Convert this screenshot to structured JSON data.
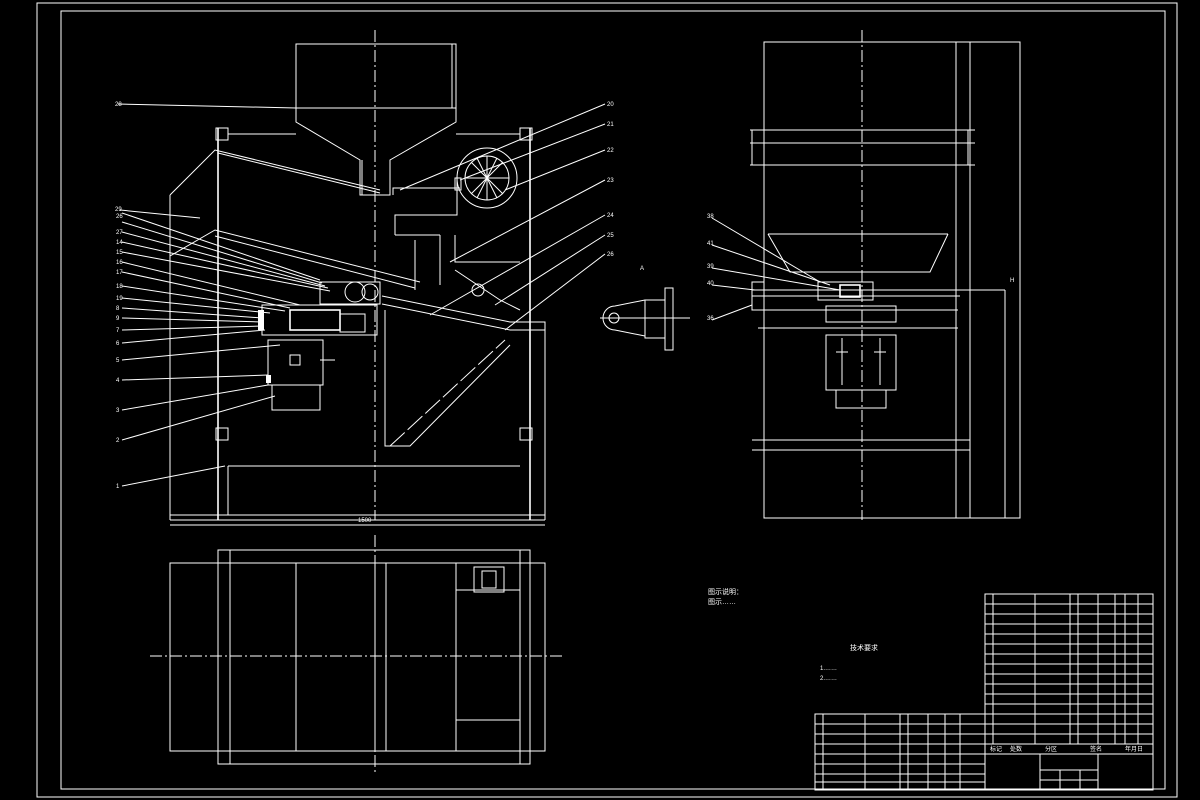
{
  "drawing": {
    "background": "#000000",
    "line_color": "#ffffff",
    "notes": {
      "line1": "技术要求",
      "line2": "1.……",
      "line3": "2.……"
    },
    "legend": {
      "line1": "图示说明：",
      "line2": "图示……"
    },
    "title_block": {
      "name": "",
      "labels": [
        "标记",
        "处数",
        "分区",
        "签名",
        "年月日"
      ]
    },
    "callouts_left": [
      "26",
      "27",
      "14",
      "15",
      "16",
      "17",
      "18",
      "19",
      "8",
      "9",
      "7",
      "6",
      "5",
      "4",
      "3",
      "2",
      "1"
    ],
    "callouts_right": [
      "20",
      "21",
      "22",
      "23",
      "24",
      "25",
      "26"
    ]
  }
}
